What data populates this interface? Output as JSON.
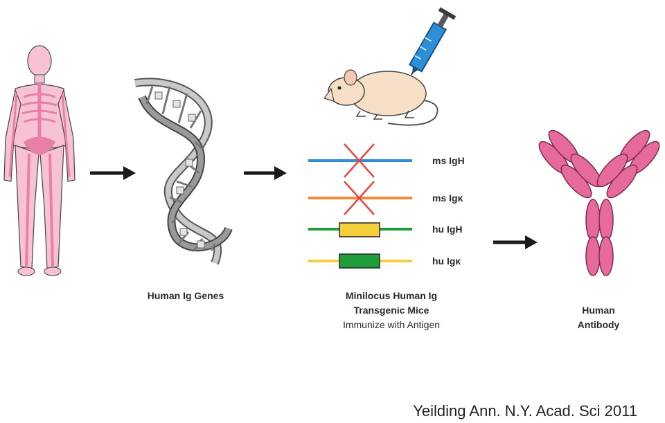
{
  "stages": {
    "genes_label": "Human Ig Genes",
    "mice_label_line1": "Minilocus Human Ig",
    "mice_label_line2": "Transgenic Mice",
    "mice_label_line3": "Immunize with Antigen",
    "antibody_label_line1": "Human",
    "antibody_label_line2": "Antibody"
  },
  "loci": [
    {
      "label": "ms IgH",
      "line_color": "#2f8fd6",
      "status": "knocked-out"
    },
    {
      "label": "ms Igκ",
      "line_color": "#f08a3c",
      "status": "knocked-out"
    },
    {
      "label": "hu IgH",
      "line_color": "#1e9e3a",
      "insert_color": "#f5cf3a",
      "status": "inserted"
    },
    {
      "label": "hu Igκ",
      "line_color": "#f3cd3a",
      "insert_color": "#1e9e3a",
      "status": "inserted"
    }
  ],
  "colors": {
    "body_pink": "#f4a6c0",
    "antibody_pink": "#e66a9b",
    "cross_red": "#e8453c",
    "syringe_blue": "#2f8fd6",
    "mouse_tan": "#f6dfc6",
    "arrow": "#1a1a1a"
  },
  "icons": [
    "human-body-icon",
    "dna-helix-icon",
    "mouse-icon",
    "syringe-icon",
    "antibody-icon"
  ],
  "citation": "Yeilding Ann. N.Y. Acad. Sci 2011"
}
